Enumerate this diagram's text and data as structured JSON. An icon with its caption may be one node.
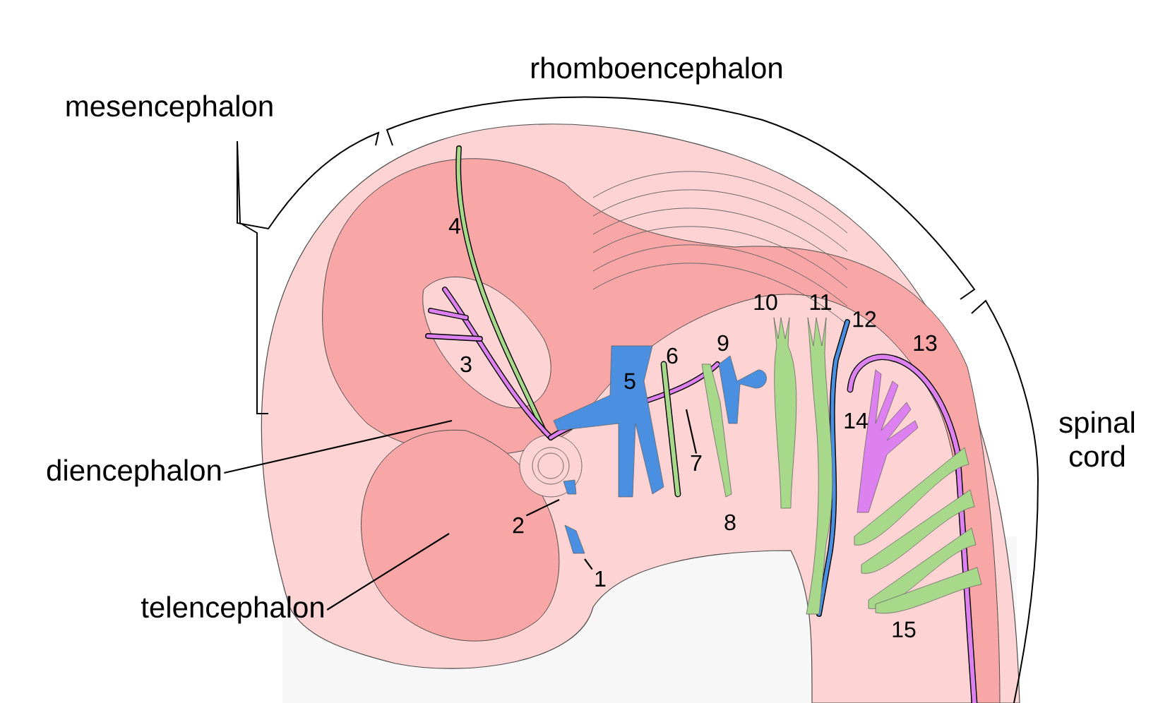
{
  "diagram": {
    "nodes": [
      {
        "text": [
          "diencephalon"
        ]
      },
      {
        "text": [
          "telencephalon"
        ]
      },
      {
        "text": [
          "1"
        ]
      },
      {
        "text": [
          "2"
        ]
      },
      {
        "text": [
          "7"
        ]
      }
    ],
    "edges": [
      {
        "from": 0,
        "to": null,
        "arrow": "none"
      },
      {
        "from": 1,
        "to": null,
        "arrow": "none"
      },
      {
        "from": 2,
        "to": null,
        "arrow": "none"
      },
      {
        "from": 3,
        "to": null,
        "arrow": "none"
      },
      {
        "from": 4,
        "to": null,
        "arrow": "none"
      }
    ],
    "labels": [
      "rhomboencephalon",
      "mesencephalon",
      "4",
      "3",
      "10",
      "11",
      "12",
      "13",
      "6",
      "9",
      "5",
      "14",
      "spinal cord",
      "8",
      "15"
    ]
  }
}
